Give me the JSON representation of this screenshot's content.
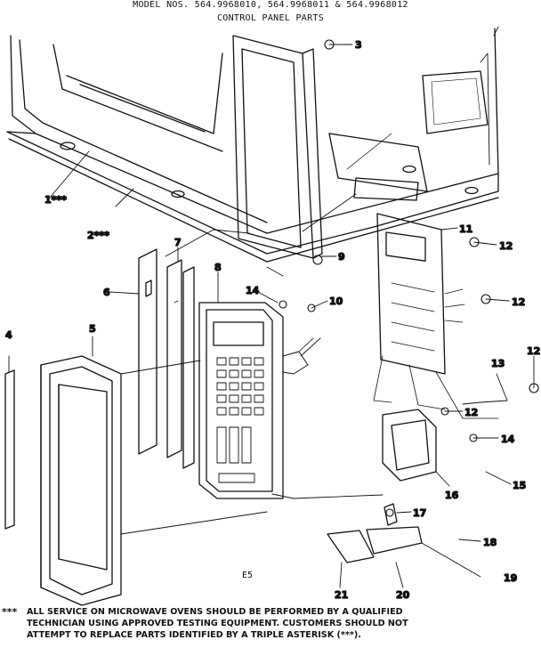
{
  "header": {
    "model_line": "MODEL NOS. 564.9968010, 564.9968011 & 564.9968012",
    "section_title": "CONTROL PANEL PARTS"
  },
  "callouts": [
    {
      "id": "c1",
      "text": "1***"
    },
    {
      "id": "c2",
      "text": "2***"
    },
    {
      "id": "c3",
      "text": "3"
    },
    {
      "id": "c4",
      "text": "4"
    },
    {
      "id": "c5",
      "text": "5"
    },
    {
      "id": "c6",
      "text": "6"
    },
    {
      "id": "c7",
      "text": "7"
    },
    {
      "id": "c8",
      "text": "8"
    },
    {
      "id": "c9",
      "text": "9"
    },
    {
      "id": "c10",
      "text": "10"
    },
    {
      "id": "c11",
      "text": "11"
    },
    {
      "id": "c12a",
      "text": "12"
    },
    {
      "id": "c12b",
      "text": "12"
    },
    {
      "id": "c12c",
      "text": "12"
    },
    {
      "id": "c12d",
      "text": "12"
    },
    {
      "id": "c13",
      "text": "13"
    },
    {
      "id": "c14a",
      "text": "14"
    },
    {
      "id": "c14b",
      "text": "14"
    },
    {
      "id": "c15",
      "text": "15"
    },
    {
      "id": "c16",
      "text": "16"
    },
    {
      "id": "c17",
      "text": "17"
    },
    {
      "id": "c18",
      "text": "18"
    },
    {
      "id": "c19",
      "text": "19"
    },
    {
      "id": "c20",
      "text": "20"
    },
    {
      "id": "c21",
      "text": "21"
    }
  ],
  "page_code": "E5",
  "footer": {
    "mark": "***",
    "lines": [
      "ALL SERVICE ON MICROWAVE OVENS SHOULD BE PERFORMED BY A QUALIFIED",
      "TECHNICIAN USING APPROVED TESTING EQUIPMENT. CUSTOMERS SHOULD NOT",
      "ATTEMPT TO REPLACE PARTS IDENTIFIED BY A TRIPLE ASTERISK (***)."
    ]
  }
}
